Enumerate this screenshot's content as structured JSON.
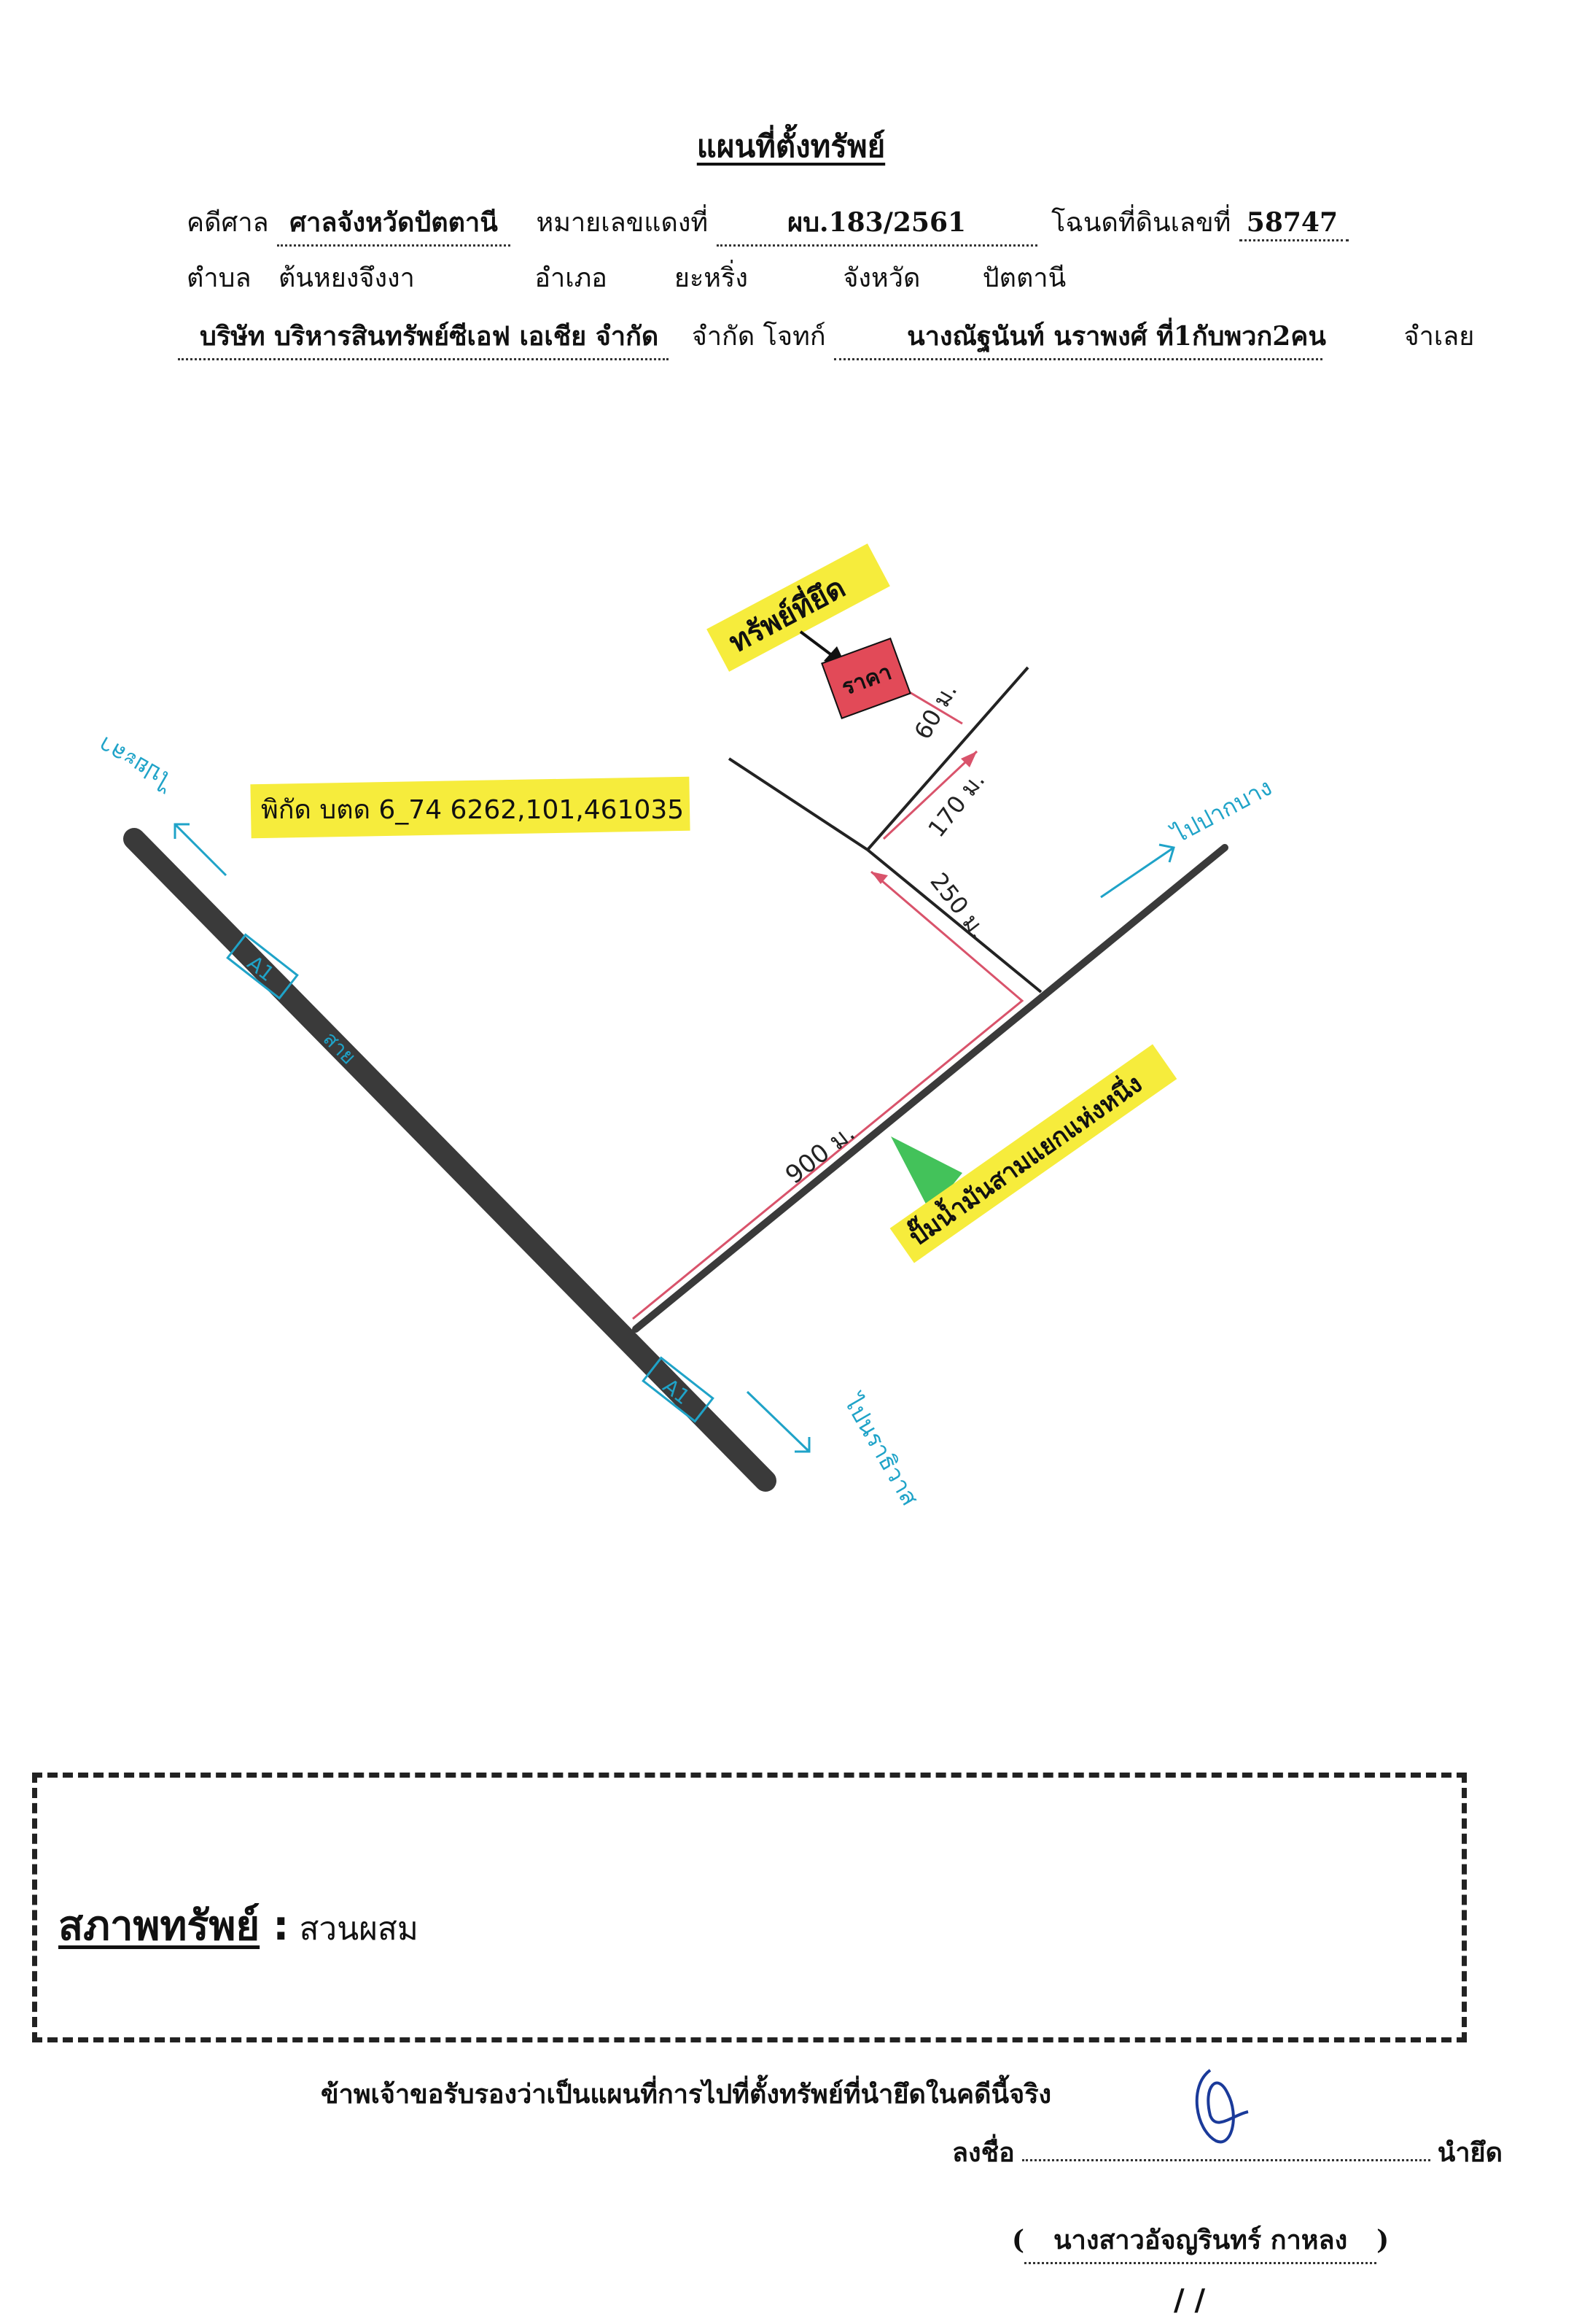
{
  "header": {
    "title": "แผนที่ตั้งทรัพย์",
    "court_label": "คดีศาล",
    "court_value": "ศาลจังหวัดปัตตานี",
    "red_no_label": "หมายเลขแดงที่",
    "red_no_value": "ผบ.183/2561",
    "deed_label": "โฉนดที่ดินเลขที่",
    "deed_value": "58747",
    "subdistrict_label": "ตำบล",
    "subdistrict_value": "ต้นหยงจึงงา",
    "district_label": "อำเภอ",
    "district_value": "ยะหริ่ง",
    "province_label": "จังหวัด",
    "province_value": "ปัตตานี",
    "plaintiff_value": "บริษัท บริหารสินทรัพย์ซีเอฟ เอเชีย จำกัด",
    "plaintiff_label": "จำกัด โจทก์",
    "defendant_value": "นางณัฐนันท์ นราพงศ์ ที่1กับพวก2คน",
    "defendant_label": "จำเลย"
  },
  "map": {
    "seized_property_label": "ทรัพย์ที่ยึด",
    "marker_label": "ราคา",
    "coords_label": "พิกัด บตด 6_74 6262,101,461035",
    "to_yala_label": "ไปยะลา",
    "to_narathiwat_label": "ไปนราธิวาส",
    "to_pakbang_label": "ไปปากบาง",
    "road_badge_1": "A1",
    "road_badge_2": "A1",
    "road_name_label": "สาย",
    "dist_900": "900 ม.",
    "dist_250": "250 ม.",
    "dist_170": "170 ม.",
    "dist_60": "60 ม.",
    "landmark_label": "ปั๊มน้ำมันสามแยกแห่งหนึ่ง",
    "colors": {
      "road": "#3a3a3a",
      "route": "#d9536b",
      "highlight": "#f6ec3c",
      "marker": "#e24a58",
      "landmark": "#43c25a",
      "annotation": "#1fa3c8"
    }
  },
  "condition": {
    "heading": "สภาพทรัพย์",
    "colon": ":",
    "value": "สวนผสม"
  },
  "footer": {
    "certify_text": "ข้าพเจ้าขอรับรองว่าเป็นแผนที่การไปที่ตั้งทรัพย์ที่นำยึดในคดีนี้จริง",
    "sign_label": "ลงชื่อ",
    "seizer_label": "นำยึด",
    "open_paren": "(",
    "signer_name": "นางสาวอัจญรินทร์ กาหลง",
    "close_paren": ")",
    "date_marks": "/ /"
  }
}
